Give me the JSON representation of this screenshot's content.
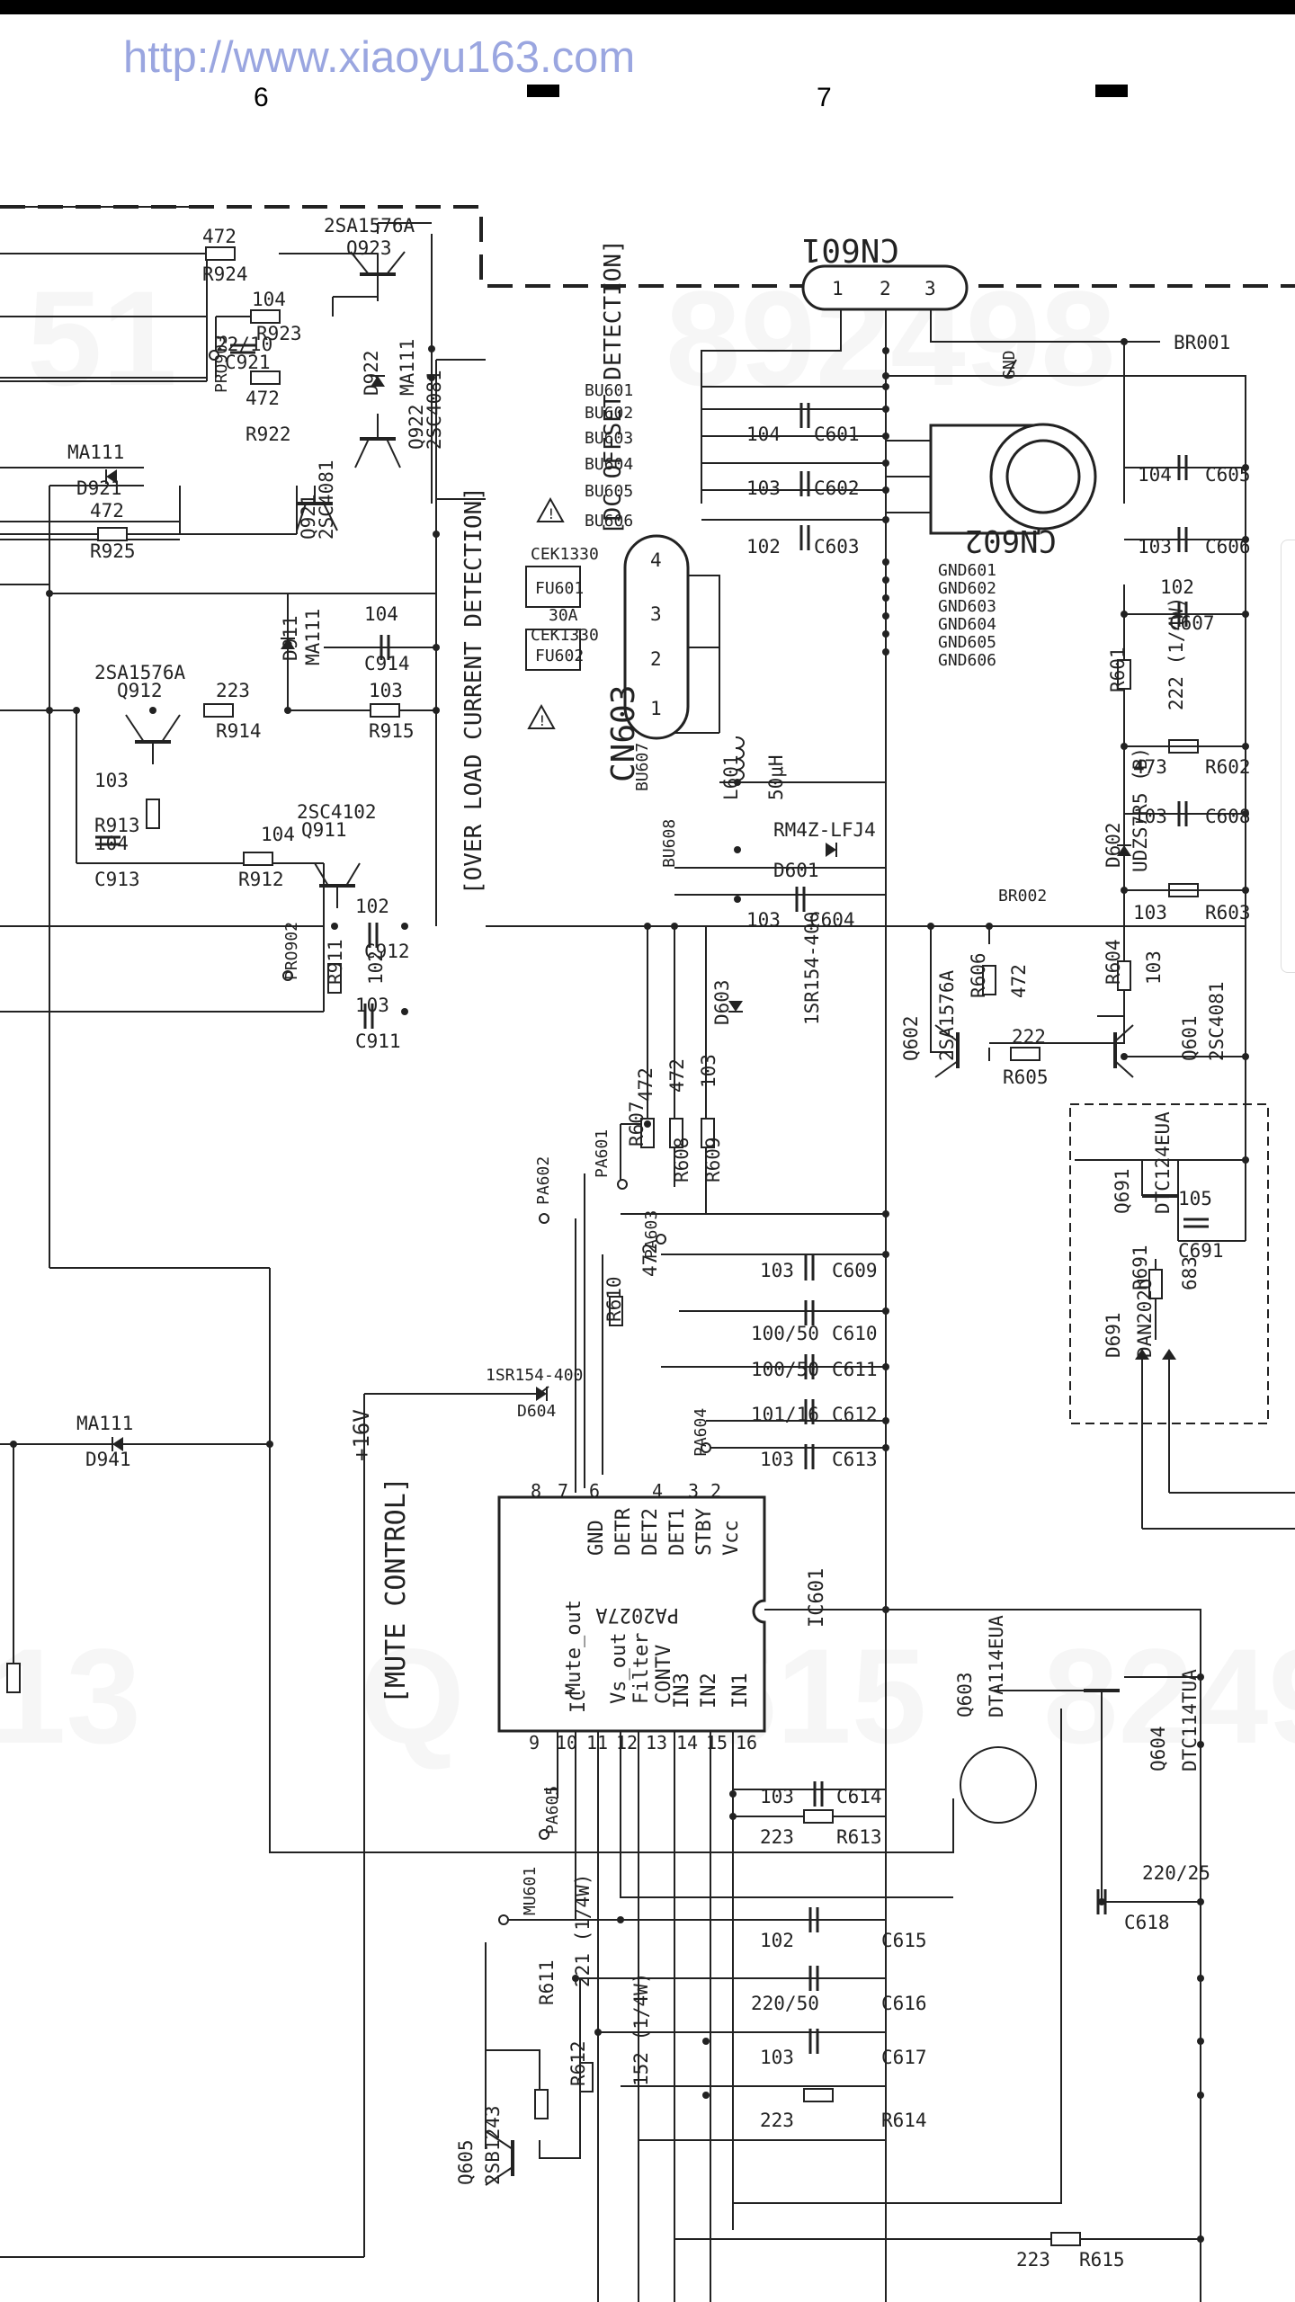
{
  "header": {
    "url": "http://www.xiaoyu163.com",
    "col6": "6",
    "col7": "7"
  },
  "watermark": {
    "w1": "51",
    "w2": "892498",
    "w3": "13",
    "w4": "Q",
    "w5": "515",
    "w6": "8249"
  },
  "section_titles": {
    "dc_offset": "[DC OFFSET DETECTION]",
    "over_load": "[OVER LOAD CURRENT DETECTION]",
    "mute_control": "[MUTE CONTROL]"
  },
  "supply": {
    "plus16v": "+16V"
  },
  "connectors": {
    "cn601": "CN601",
    "cn602": "CN602",
    "cn603": "CN603",
    "cn601_pins": [
      "1",
      "2",
      "3"
    ],
    "cn603_pins": [
      "4",
      "3",
      "2",
      "1"
    ],
    "br001": "BR001",
    "br002": "BR002",
    "gnd": "GND",
    "bu_left": [
      "BU601",
      "BU602",
      "BU603",
      "BU604",
      "BU605",
      "BU606"
    ],
    "gnd_pads": [
      "GND601",
      "GND602",
      "GND603",
      "GND604",
      "GND605",
      "GND606"
    ],
    "bu607": "BU607",
    "bu608": "BU608",
    "fuses": [
      {
        "ref": "FU601",
        "part": "CEK1330"
      },
      {
        "ref": "FU602",
        "part": "CEK1330"
      }
    ],
    "fuse_rating": "30A"
  },
  "dc_offset_section": {
    "q923": {
      "ref": "Q923",
      "part": "2SA1576A"
    },
    "q921": {
      "ref": "Q921",
      "part": "2SC4081"
    },
    "q922": {
      "ref": "Q922",
      "part": "2SC4081"
    },
    "d921": {
      "ref": "D921",
      "part": "MA111"
    },
    "d922": {
      "ref": "D922",
      "part": "MA111"
    },
    "r924": {
      "ref": "R924",
      "value": "472"
    },
    "r923": {
      "ref": "R923",
      "value": "104"
    },
    "c921": {
      "ref": "C921",
      "value": "22/10"
    },
    "r922": {
      "ref": "R922",
      "value": "472"
    },
    "r925": {
      "ref": "R925",
      "value": "472"
    },
    "pro903": "PRO903"
  },
  "overload_section": {
    "q912": {
      "ref": "Q912",
      "part": "2SA1576A"
    },
    "q911": {
      "ref": "Q911",
      "part": "2SC4102"
    },
    "d911": {
      "ref": "D911",
      "part": "MA111"
    },
    "c914": {
      "ref": "C914",
      "value": "104"
    },
    "r914": {
      "ref": "R914",
      "value": "223"
    },
    "r915": {
      "ref": "R915",
      "value": "103"
    },
    "r913": {
      "ref": "R913",
      "value": "103"
    },
    "c913": {
      "ref": "C913",
      "value": "104"
    },
    "r912": {
      "ref": "R912",
      "value": "104"
    },
    "r911": {
      "ref": "R911",
      "value": "102"
    },
    "c912": {
      "ref": "C912",
      "value": "102"
    },
    "c911": {
      "ref": "C911",
      "value": "103"
    },
    "pro902": "PRO902"
  },
  "power_section": {
    "c601": {
      "ref": "C601",
      "value": "104"
    },
    "c602": {
      "ref": "C602",
      "value": "103"
    },
    "c603": {
      "ref": "C603",
      "value": "102"
    },
    "c605": {
      "ref": "C605",
      "value": "104"
    },
    "c606": {
      "ref": "C606",
      "value": "103"
    },
    "c607": {
      "ref": "C607",
      "value": "102"
    },
    "r601": {
      "ref": "R601",
      "value": "222 (1/4W)"
    },
    "r602": {
      "ref": "R602",
      "value": "473"
    },
    "c608": {
      "ref": "C608",
      "value": "103"
    },
    "d602": {
      "ref": "D602",
      "part": "UDZS7R5 (B)"
    },
    "r603": {
      "ref": "R603",
      "value": "103"
    },
    "l601": {
      "ref": "L601",
      "value": "50μH"
    },
    "d601": {
      "ref": "D601",
      "part": "RM4Z-LFJ4"
    },
    "c604": {
      "ref": "C604",
      "value": "103"
    },
    "d603": {
      "ref": "D603",
      "part": "1SR154-400"
    },
    "q602": {
      "ref": "Q602",
      "part": "2SA1576A"
    },
    "r606": {
      "ref": "R606",
      "value": "472"
    },
    "r605": {
      "ref": "R605",
      "value": "222"
    },
    "r604": {
      "ref": "R604",
      "value": "103"
    },
    "q601": {
      "ref": "Q601",
      "part": "2SC4081"
    },
    "q691": {
      "ref": "Q691",
      "part": "DTC124EUA"
    },
    "c691": {
      "ref": "C691",
      "value": "105"
    },
    "r691": {
      "ref": "R691",
      "value": "683"
    },
    "d691": {
      "ref": "D691",
      "part": "DAN202U"
    }
  },
  "detect_section": {
    "r607": {
      "ref": "R607",
      "value": "472"
    },
    "r608": {
      "ref": "R608",
      "value": "472"
    },
    "r609": {
      "ref": "R609",
      "value": "103"
    },
    "pa601": "PA601",
    "pa602": "PA602",
    "pa603": "PA603",
    "pa604": "PA604",
    "pa605": "PA605",
    "c609": {
      "ref": "C609",
      "value": "103"
    },
    "r610": {
      "ref": "R610",
      "value": "472"
    },
    "c610": {
      "ref": "C610",
      "value": "100/50"
    },
    "c611": {
      "ref": "C611",
      "value": "100/50"
    },
    "c612": {
      "ref": "C612",
      "value": "101/16"
    },
    "c613": {
      "ref": "C613",
      "value": "103"
    },
    "d604": {
      "ref": "D604",
      "part": "1SR154-400"
    },
    "d941": {
      "ref": "D941",
      "part": "MA111"
    }
  },
  "ic601": {
    "ref": "IC601",
    "part": "PA2027A",
    "pins_right": [
      {
        "num": "8",
        "name": "GND"
      },
      {
        "num": "7",
        "name": "DETR"
      },
      {
        "num": "6",
        "name": "DET2"
      },
      {
        "num": "4",
        "name": "DET1"
      },
      {
        "num": "3",
        "name": "STBY"
      },
      {
        "num": "2",
        "name": "Vcc"
      }
    ],
    "pins_left": [
      {
        "num": "9",
        "name": "Mute_out"
      },
      {
        "num": "10",
        "name": "IC"
      },
      {
        "num": "11",
        "name": "Vs_out"
      },
      {
        "num": "12",
        "name": "Filter"
      },
      {
        "num": "13",
        "name": "CONTV"
      },
      {
        "num": "14",
        "name": "IN3"
      },
      {
        "num": "15",
        "name": "IN2"
      },
      {
        "num": "16",
        "name": "IN1"
      }
    ]
  },
  "mute_section": {
    "c614": {
      "ref": "C614",
      "value": "103"
    },
    "r613": {
      "ref": "R613",
      "value": "223"
    },
    "q603": {
      "ref": "Q603",
      "part": "DTA114EUA"
    },
    "q604": {
      "ref": "Q604",
      "part": "DTC114TUA"
    },
    "c618": {
      "ref": "C618",
      "value": "220/25"
    },
    "c615": {
      "ref": "C615",
      "value": "102"
    },
    "mu601": "MU601",
    "r611": {
      "ref": "R611",
      "value": "221 (1/4W)"
    },
    "c616": {
      "ref": "C616",
      "value": "220/50"
    },
    "r612": {
      "ref": "R612",
      "value": "152 (1/4W)"
    },
    "c617": {
      "ref": "C617",
      "value": "103"
    },
    "r614": {
      "ref": "R614",
      "value": "223"
    },
    "q605": {
      "ref": "Q605",
      "part": "2SB1243"
    },
    "r615": {
      "ref": "R615",
      "value": "223"
    }
  }
}
